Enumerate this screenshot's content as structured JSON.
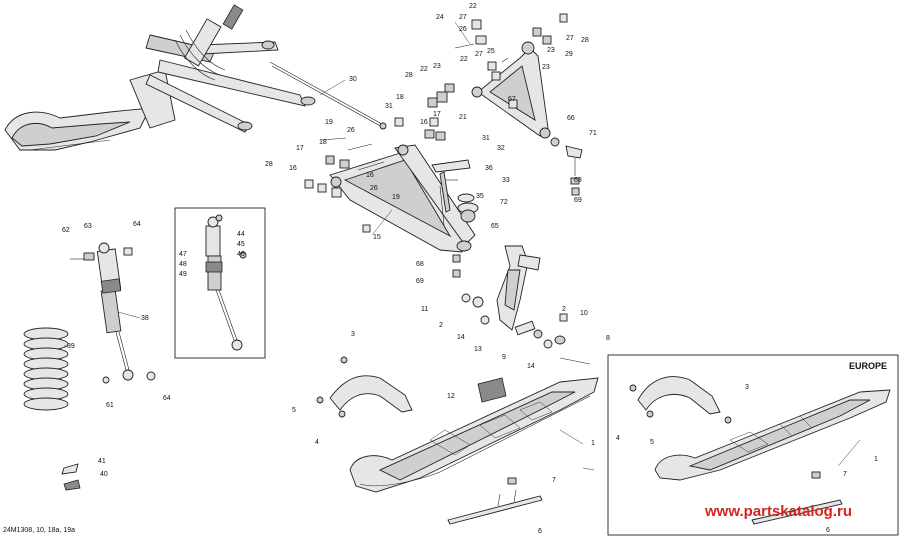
{
  "diagram_code": "24M1308, 10, 18a, 19a",
  "region_label": "EUROPE",
  "watermark": "www.partskatalog.ru",
  "callouts": [
    "1",
    "2",
    "3",
    "4",
    "5",
    "6",
    "7",
    "8",
    "9",
    "10",
    "11",
    "12",
    "13",
    "14",
    "15",
    "16",
    "17",
    "18",
    "19",
    "21",
    "22",
    "23",
    "24",
    "25",
    "26",
    "27",
    "28",
    "29",
    "30",
    "31",
    "32",
    "33",
    "35",
    "36",
    "38",
    "39",
    "40",
    "41",
    "44",
    "45",
    "46",
    "47",
    "48",
    "49",
    "61",
    "62",
    "63",
    "64",
    "65",
    "66",
    "67",
    "68",
    "69",
    "71",
    "72"
  ],
  "callout_list": [
    {
      "id": "c24",
      "text": "24"
    },
    {
      "id": "c22a",
      "text": "22"
    },
    {
      "id": "c27a",
      "text": "27"
    },
    {
      "id": "c26a",
      "text": "26"
    },
    {
      "id": "c27b",
      "text": "27"
    },
    {
      "id": "c28a",
      "text": "28"
    },
    {
      "id": "c29",
      "text": "29"
    },
    {
      "id": "c22b",
      "text": "22"
    },
    {
      "id": "c27c",
      "text": "27"
    },
    {
      "id": "c25",
      "text": "25"
    },
    {
      "id": "c23a",
      "text": "23"
    },
    {
      "id": "c23b",
      "text": "23"
    },
    {
      "id": "c28b",
      "text": "28"
    },
    {
      "id": "c22c",
      "text": "22"
    },
    {
      "id": "c23c",
      "text": "23"
    },
    {
      "id": "c21",
      "text": "21"
    },
    {
      "id": "c67",
      "text": "67"
    },
    {
      "id": "c66",
      "text": "66"
    },
    {
      "id": "c71",
      "text": "71"
    },
    {
      "id": "c30",
      "text": "30"
    },
    {
      "id": "c31a",
      "text": "31"
    },
    {
      "id": "c18a",
      "text": "18"
    },
    {
      "id": "c19a",
      "text": "19"
    },
    {
      "id": "c26b",
      "text": "26"
    },
    {
      "id": "c16a",
      "text": "16"
    },
    {
      "id": "c17a",
      "text": "17"
    },
    {
      "id": "c17b",
      "text": "17"
    },
    {
      "id": "c18b",
      "text": "18"
    },
    {
      "id": "c16b",
      "text": "16"
    },
    {
      "id": "c26c",
      "text": "26"
    },
    {
      "id": "c28c",
      "text": "28"
    },
    {
      "id": "c16c",
      "text": "16"
    },
    {
      "id": "c19b",
      "text": "19"
    },
    {
      "id": "c15",
      "text": "15"
    },
    {
      "id": "c31b",
      "text": "31"
    },
    {
      "id": "c32",
      "text": "32"
    },
    {
      "id": "c36",
      "text": "36"
    },
    {
      "id": "c33",
      "text": "33"
    },
    {
      "id": "c35",
      "text": "35"
    },
    {
      "id": "c72",
      "text": "72"
    },
    {
      "id": "c65",
      "text": "65"
    },
    {
      "id": "c68a",
      "text": "68"
    },
    {
      "id": "c69a",
      "text": "69"
    },
    {
      "id": "c68b",
      "text": "68"
    },
    {
      "id": "c69b",
      "text": "69"
    },
    {
      "id": "c11",
      "text": "11"
    },
    {
      "id": "c2a",
      "text": "2"
    },
    {
      "id": "c14a",
      "text": "14"
    },
    {
      "id": "c13",
      "text": "13"
    },
    {
      "id": "c9",
      "text": "9"
    },
    {
      "id": "c14b",
      "text": "14"
    },
    {
      "id": "c2b",
      "text": "2"
    },
    {
      "id": "c10",
      "text": "10"
    },
    {
      "id": "c8",
      "text": "8"
    },
    {
      "id": "c62",
      "text": "62"
    },
    {
      "id": "c63",
      "text": "63"
    },
    {
      "id": "c64a",
      "text": "64"
    },
    {
      "id": "c38",
      "text": "38"
    },
    {
      "id": "c39",
      "text": "39"
    },
    {
      "id": "c61",
      "text": "61"
    },
    {
      "id": "c64b",
      "text": "64"
    },
    {
      "id": "c41",
      "text": "41"
    },
    {
      "id": "c40",
      "text": "40"
    },
    {
      "id": "c44",
      "text": "44"
    },
    {
      "id": "c45",
      "text": "45"
    },
    {
      "id": "c46",
      "text": "46"
    },
    {
      "id": "c47",
      "text": "47"
    },
    {
      "id": "c48",
      "text": "48"
    },
    {
      "id": "c49",
      "text": "49"
    },
    {
      "id": "c3a",
      "text": "3"
    },
    {
      "id": "c5a",
      "text": "5"
    },
    {
      "id": "c4a",
      "text": "4"
    },
    {
      "id": "c12",
      "text": "12"
    },
    {
      "id": "c1a",
      "text": "1"
    },
    {
      "id": "c7a",
      "text": "7"
    },
    {
      "id": "c6a",
      "text": "6"
    },
    {
      "id": "c3b",
      "text": "3"
    },
    {
      "id": "c4b",
      "text": "4"
    },
    {
      "id": "c5b",
      "text": "5"
    },
    {
      "id": "c1b",
      "text": "1"
    },
    {
      "id": "c7b",
      "text": "7"
    },
    {
      "id": "c6b",
      "text": "6"
    }
  ]
}
